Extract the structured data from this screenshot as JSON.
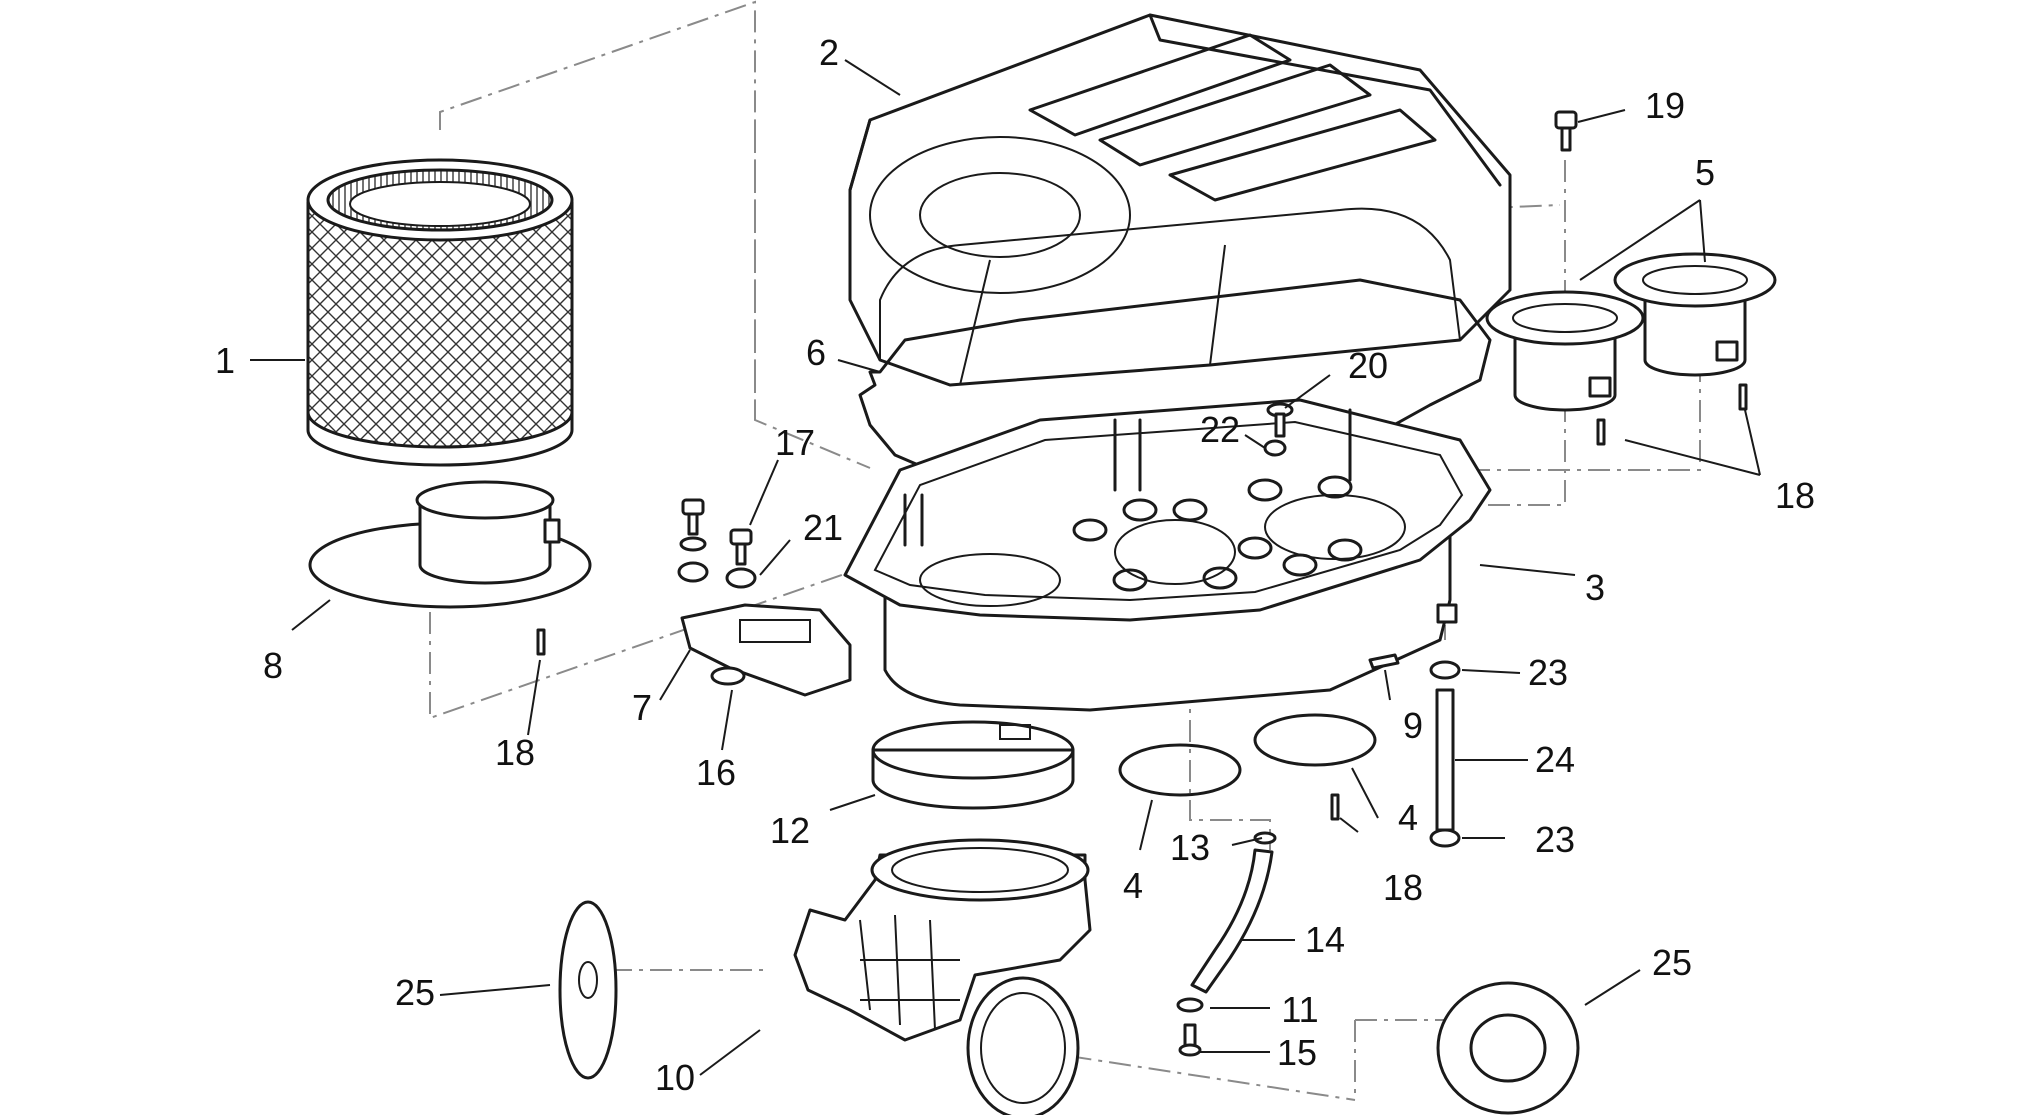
{
  "diagram": {
    "callouts": [
      {
        "id": "c1",
        "label": "1"
      },
      {
        "id": "c2",
        "label": "2"
      },
      {
        "id": "c3",
        "label": "3"
      },
      {
        "id": "c4a",
        "label": "4"
      },
      {
        "id": "c4b",
        "label": "4"
      },
      {
        "id": "c5",
        "label": "5"
      },
      {
        "id": "c6",
        "label": "6"
      },
      {
        "id": "c7",
        "label": "7"
      },
      {
        "id": "c8",
        "label": "8"
      },
      {
        "id": "c9",
        "label": "9"
      },
      {
        "id": "c10",
        "label": "10"
      },
      {
        "id": "c11",
        "label": "11"
      },
      {
        "id": "c12",
        "label": "12"
      },
      {
        "id": "c13",
        "label": "13"
      },
      {
        "id": "c14",
        "label": "14"
      },
      {
        "id": "c15",
        "label": "15"
      },
      {
        "id": "c16",
        "label": "16"
      },
      {
        "id": "c17",
        "label": "17"
      },
      {
        "id": "c18a",
        "label": "18"
      },
      {
        "id": "c18b",
        "label": "18"
      },
      {
        "id": "c18c",
        "label": "18"
      },
      {
        "id": "c19",
        "label": "19"
      },
      {
        "id": "c20",
        "label": "20"
      },
      {
        "id": "c21",
        "label": "21"
      },
      {
        "id": "c22",
        "label": "22"
      },
      {
        "id": "c23a",
        "label": "23"
      },
      {
        "id": "c23b",
        "label": "23"
      },
      {
        "id": "c24",
        "label": "24"
      },
      {
        "id": "c25a",
        "label": "25"
      },
      {
        "id": "c25b",
        "label": "25"
      }
    ]
  }
}
